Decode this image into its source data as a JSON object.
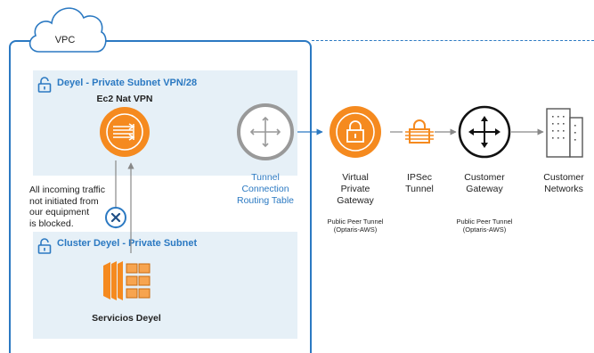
{
  "vpc": {
    "label": "VPC"
  },
  "subnet_top": {
    "title": "Deyel - Private Subnet VPN/28",
    "instance": "Ec2 Nat VPN"
  },
  "subnet_bottom": {
    "title": "Cluster Deyel - Private Subnet",
    "service": "Servicios Deyel"
  },
  "blocked_note": [
    "All incoming traffic",
    "not initiated from",
    "our equipment",
    "is blocked."
  ],
  "routing_table": [
    "Tunnel",
    "Connection",
    "Routing Table"
  ],
  "virtual_gateway": {
    "label": [
      "Virtual",
      "Private",
      "Gateway"
    ],
    "note": [
      "Public Peer Tunnel",
      "(Optaris-AWS)"
    ]
  },
  "ipsec_tunnel": {
    "label": [
      "IPSec",
      "Tunnel"
    ]
  },
  "customer_gateway": {
    "label": [
      "Customer",
      "Gateway"
    ],
    "note": [
      "Public Peer Tunnel",
      "(Optaris-AWS)"
    ]
  },
  "customer_networks": {
    "label": [
      "Customer",
      "Networks"
    ]
  },
  "colors": {
    "accent_blue": "#2b79c2",
    "orange": "#f58a1f",
    "subnet_bg": "#e6f0f7",
    "gray": "#999999"
  }
}
